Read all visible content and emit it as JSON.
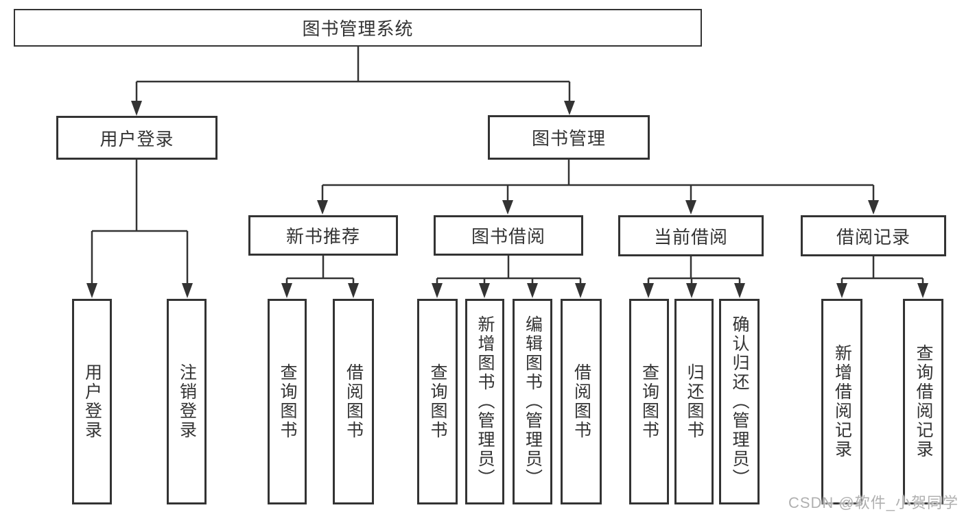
{
  "colors": {
    "line": "#333333",
    "text": "#333333",
    "box-bg": "#ffffff",
    "background": "#ffffff",
    "watermark": "#b0b0b0"
  },
  "nodes": {
    "root": "图书管理系统",
    "level2": [
      "用户登录",
      "图书管理"
    ],
    "level3": [
      "新书推荐",
      "图书借阅",
      "当前借阅",
      "借阅记录"
    ],
    "leaves": [
      "用户登录",
      "注销登录",
      "查询图书",
      "借阅图书",
      "查询图书",
      "新增图书（管理员）",
      "编辑图书（管理员）",
      "借阅图书",
      "查询图书",
      "归还图书",
      "确认归还（管理员）",
      "新增借阅记录",
      "查询借阅记录"
    ]
  },
  "watermark": {
    "text": "CSDN @软件_小贺同学"
  }
}
